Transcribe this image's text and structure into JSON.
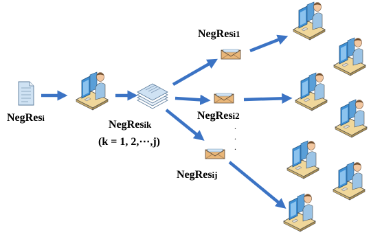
{
  "labels": {
    "input_base": "NegRes",
    "input_sub": "i",
    "split_base": "NegRes",
    "split_sub": "ik",
    "split_range": "(k = 1, 2,⋯,j)",
    "out1_base": "NegRes",
    "out1_sub": "i1",
    "out2_base": "NegRes",
    "out2_sub": "i2",
    "outj_base": "NegRes",
    "outj_sub": "ij"
  },
  "dots": ".",
  "icons": {
    "input": "document-icon",
    "source_workstation": "workstation-icon",
    "split": "document-stack-icon",
    "envelopes": "envelope-icon",
    "recipients": "workstation-icon"
  },
  "colors": {
    "arrow": "#3b73c4",
    "envelope": "#e9b678",
    "document": "#cfe2f3",
    "screen": "#3d8fd4",
    "desk": "#f0d79a",
    "skin": "#f3c7a0"
  }
}
